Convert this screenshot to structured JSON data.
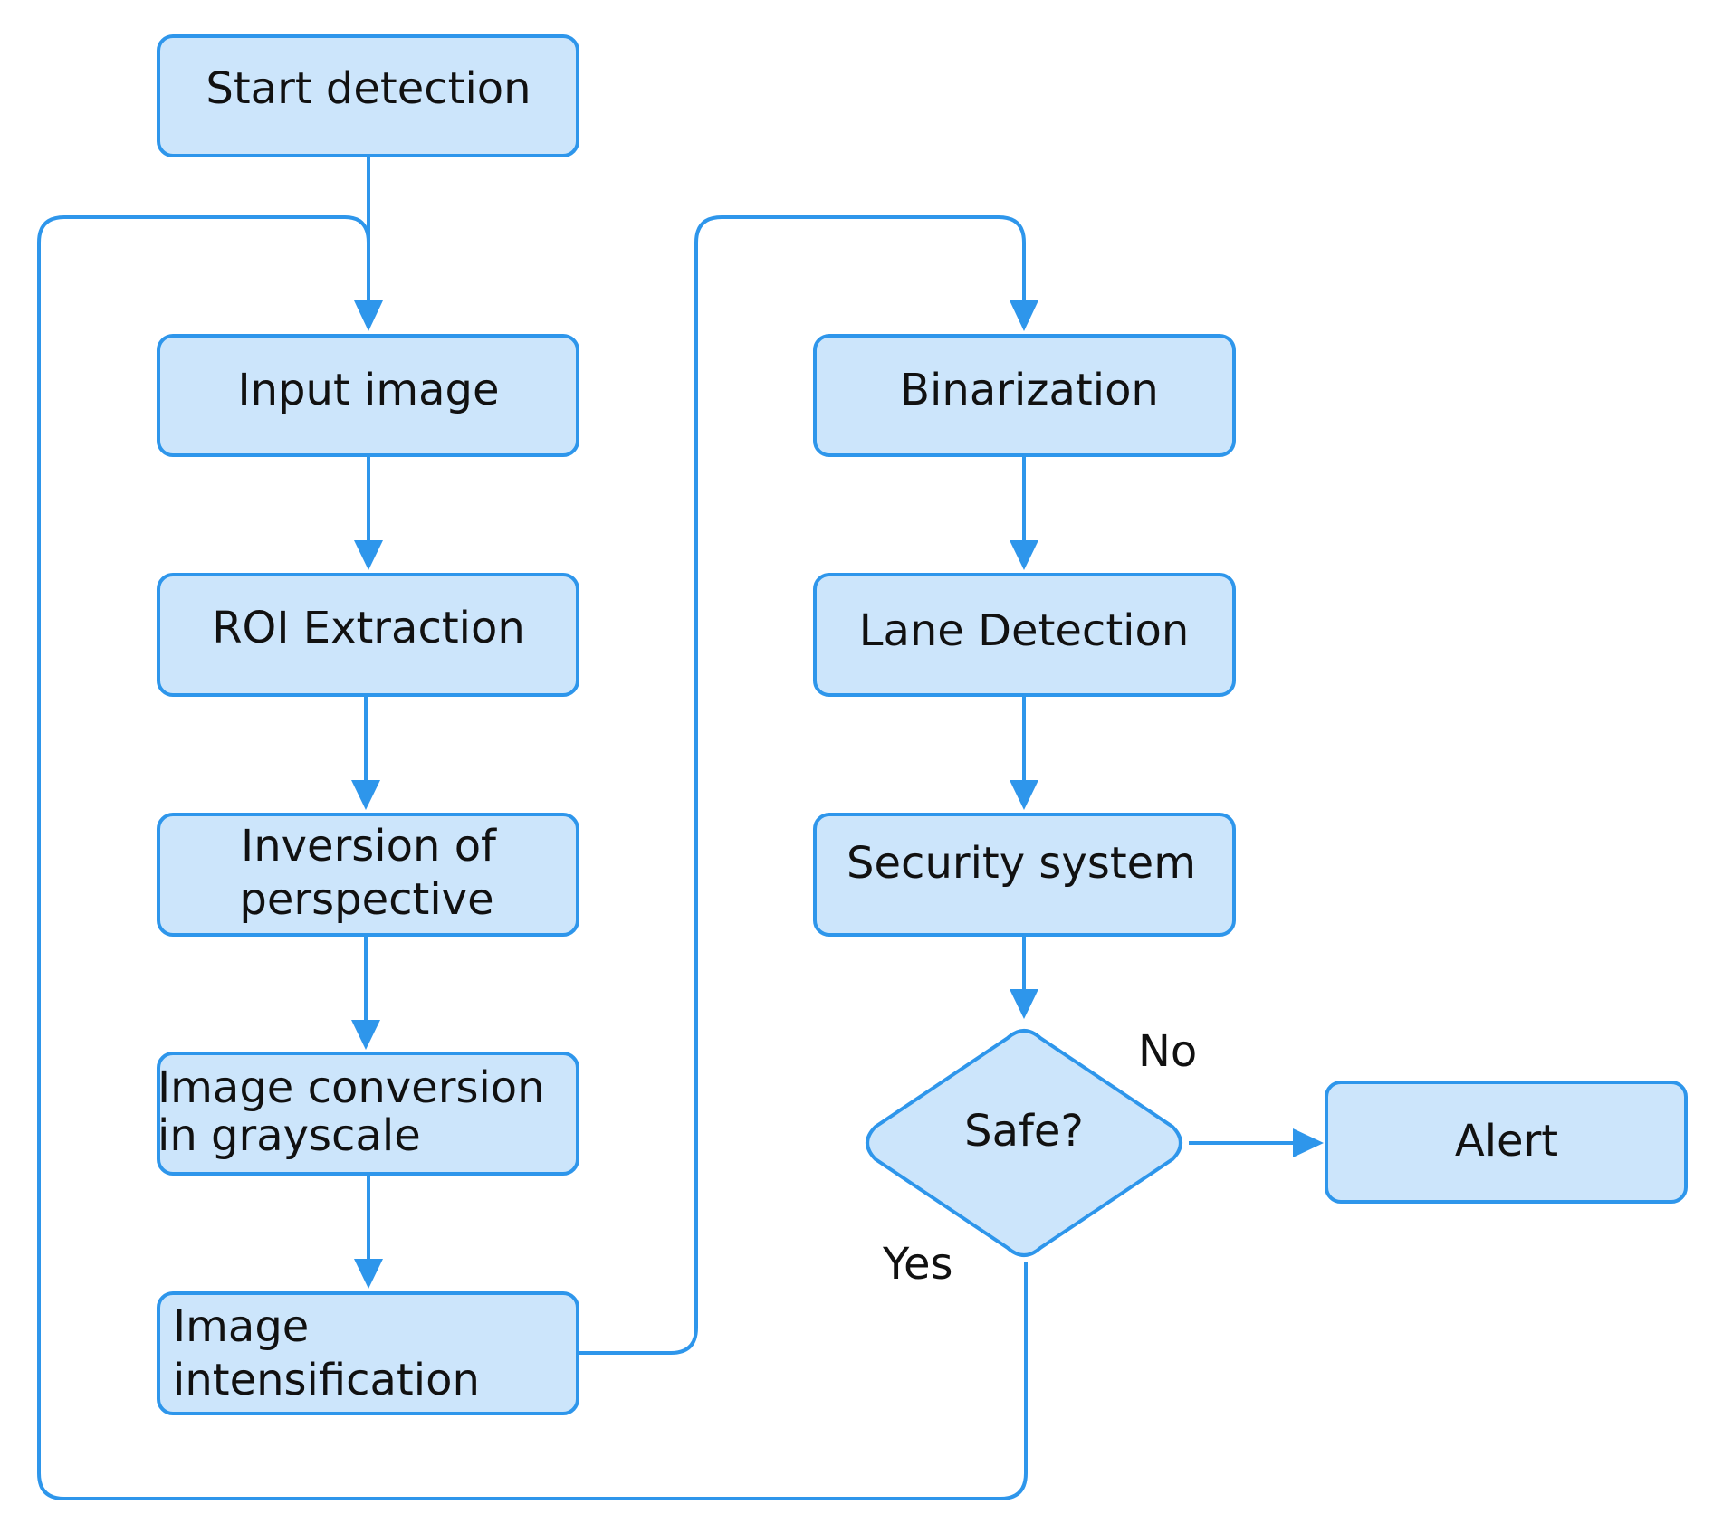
{
  "colors": {
    "node_fill": "#cce5fb",
    "node_stroke": "#2e96eb",
    "connector": "#2e96eb",
    "text": "#111111"
  },
  "nodes": {
    "start": "Start detection",
    "input": "Input image",
    "roi": "ROI Extraction",
    "inversion_1": "Inversion of",
    "inversion_2": "perspective",
    "grayscale_1": "Image conversion",
    "grayscale_2": "in grayscale",
    "intensification_1": "Image",
    "intensification_2": "intensification",
    "binarization": "Binarization",
    "lane": "Lane Detection",
    "security": "Security system",
    "decision": "Safe?",
    "alert": "Alert"
  },
  "edge_labels": {
    "no": "No",
    "yes": "Yes"
  }
}
